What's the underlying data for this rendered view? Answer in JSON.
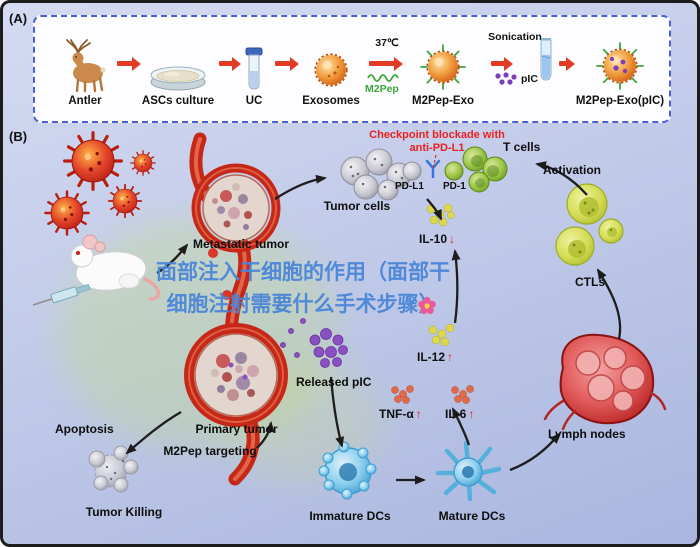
{
  "colors": {
    "background": "#bcc7e6",
    "panel_border": "#4a5fd6",
    "arrow_red": "#e23b25",
    "checkpoint_red": "#e82222",
    "watermark_blue": "#4a86d8",
    "m2pep_green": "#3aa83a",
    "pic_purple": "#7a3fb8"
  },
  "panel_a": {
    "label": "(A)",
    "steps": [
      {
        "label": "Antler",
        "icon": "deer-icon"
      },
      {
        "label": "ASCs culture",
        "icon": "petri-dish-icon"
      },
      {
        "label": "UC",
        "icon": "centrifuge-tube-icon"
      },
      {
        "label": "Exosomes",
        "icon": "exosome-icon"
      },
      {
        "label": "M2Pep-Exo",
        "icon": "m2pep-exosome-icon"
      },
      {
        "label": "M2Pep-Exo(pIC)",
        "icon": "m2pep-exosome-pic-icon"
      }
    ],
    "annotations": {
      "temperature": "37℃",
      "m2pep": "M2Pep",
      "sonication": "Sonication",
      "pic": "pIC"
    }
  },
  "panel_b": {
    "label": "(B)",
    "checkpoint_note": "Checkpoint blockade with anti-PD-L1",
    "nodes": {
      "t_cells": "T cells",
      "pd_l1": "PD-L1",
      "pd_1": "PD-1",
      "tumor_cells": "Tumor cells",
      "activation": "Activation",
      "metastatic_tumor": "Metastatic tumor",
      "ctls": "CTLs",
      "released_pic": "Released pIC",
      "lymph_nodes": "Lymph nodes",
      "apoptosis": "Apoptosis",
      "primary_tumor": "Primary tumor",
      "m2pep_targeting": "M2Pep targeting",
      "tumor_killing": "Tumor Killing",
      "immature_dcs": "Immature DCs",
      "mature_dcs": "Mature DCs"
    },
    "cytokines": [
      {
        "name": "IL-10",
        "direction": "↓"
      },
      {
        "name": "IL-12",
        "direction": "↑"
      },
      {
        "name": "TNF-α",
        "direction": "↑"
      },
      {
        "name": "IL-6",
        "direction": "↑"
      }
    ]
  },
  "watermark": {
    "text": "面部注入干细胞的作用（面部干细胞注射需要什么手术步骤）"
  }
}
